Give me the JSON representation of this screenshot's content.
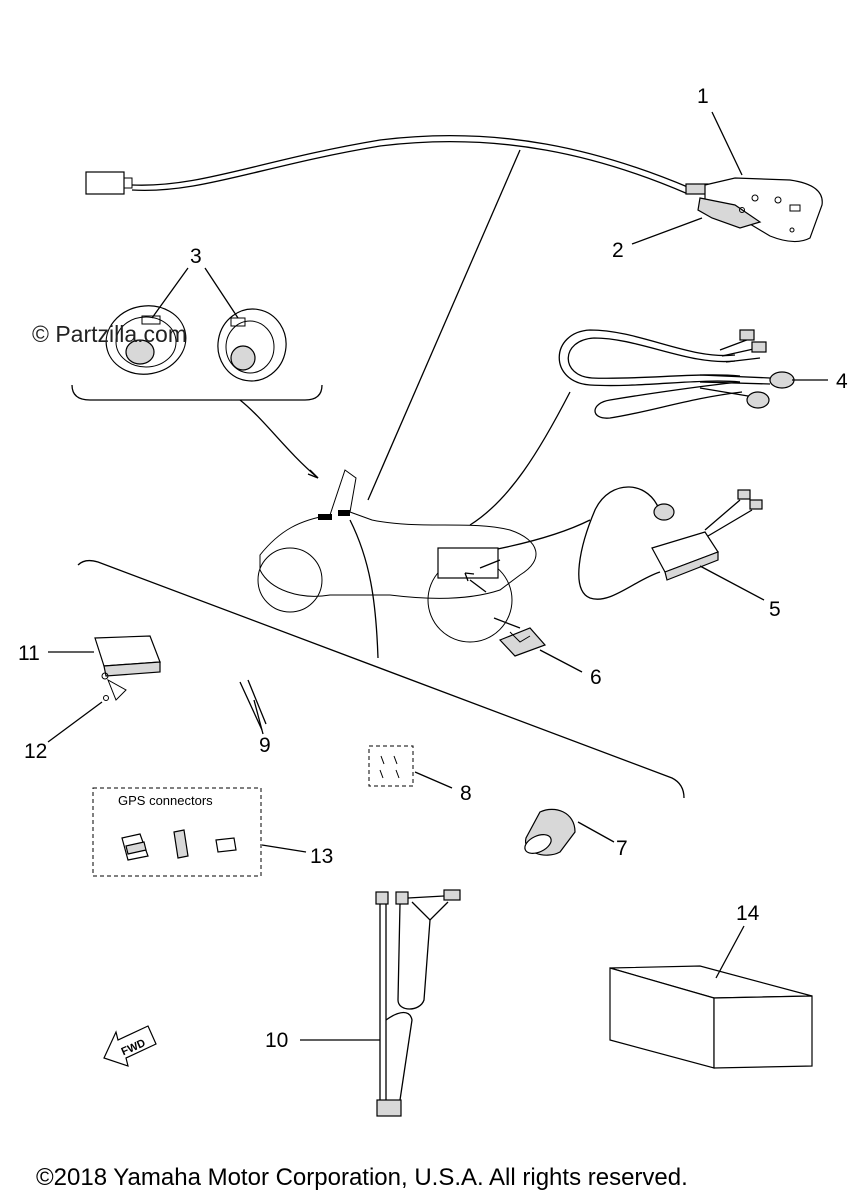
{
  "watermark": "© Partzilla.com",
  "copyright": "©2018  Yamaha Motor Corporation, U.S.A. All rights reserved.",
  "gps_group_label": "GPS connectors",
  "fwd_label": "FWD",
  "callouts": {
    "c1": "1",
    "c2": "2",
    "c3": "3",
    "c4": "4",
    "c5": "5",
    "c6": "6",
    "c7": "7",
    "c8": "8",
    "c9": "9",
    "c10": "10",
    "c11": "11",
    "c12": "12",
    "c13": "13",
    "c14": "14"
  }
}
